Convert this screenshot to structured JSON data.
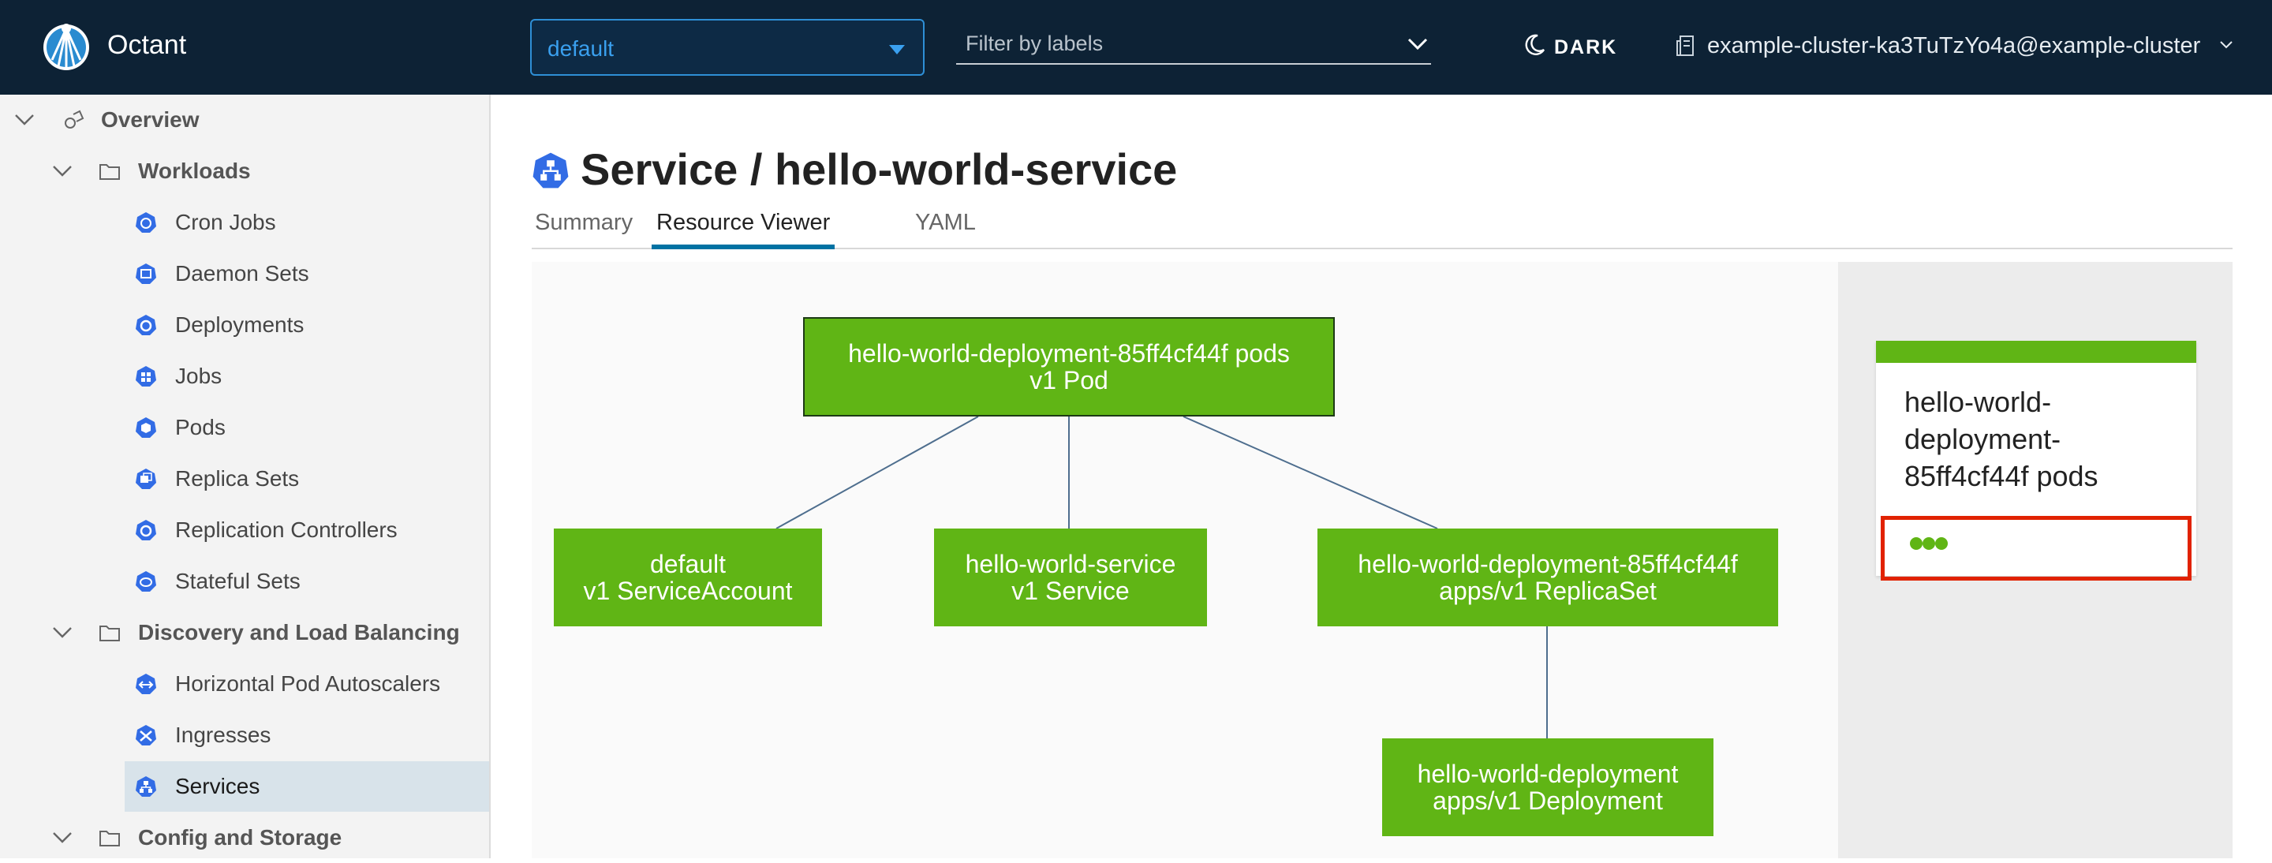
{
  "header": {
    "app_name": "Octant",
    "namespace": "default",
    "label_filter_placeholder": "Filter by labels",
    "theme_toggle": "DARK",
    "cluster_context": "example-cluster-ka3TuTzYo4a@example-cluster",
    "colors": {
      "background": "#0d2235",
      "accent": "#3aa0ef"
    }
  },
  "sidebar": {
    "overview": "Overview",
    "workloads": {
      "label": "Workloads",
      "items": [
        "Cron Jobs",
        "Daemon Sets",
        "Deployments",
        "Jobs",
        "Pods",
        "Replica Sets",
        "Replication Controllers",
        "Stateful Sets"
      ]
    },
    "discovery": {
      "label": "Discovery and Load Balancing",
      "items": [
        "Horizontal Pod Autoscalers",
        "Ingresses",
        "Services"
      ],
      "selected": "Services"
    },
    "config": {
      "label": "Config and Storage"
    }
  },
  "main": {
    "title": "Service / hello-world-service",
    "tabs": [
      "Summary",
      "Resource Viewer",
      "YAML"
    ],
    "active_tab": "Resource Viewer",
    "graph": {
      "node_color": "#60b515",
      "nodes": {
        "pods": {
          "name": "hello-world-deployment-85ff4cf44f pods",
          "kind": "v1 Pod"
        },
        "service_account": {
          "name": "default",
          "kind": "v1 ServiceAccount"
        },
        "service": {
          "name": "hello-world-service",
          "kind": "v1 Service"
        },
        "replicaset": {
          "name": "hello-world-deployment-85ff4cf44f",
          "kind": "apps/v1 ReplicaSet"
        },
        "deployment": {
          "name": "hello-world-deployment",
          "kind": "apps/v1 Deployment"
        }
      },
      "edges": [
        [
          "pods",
          "service_account"
        ],
        [
          "pods",
          "service"
        ],
        [
          "pods",
          "replicaset"
        ],
        [
          "replicaset",
          "deployment"
        ]
      ]
    },
    "details": {
      "title": "hello-world-deployment-85ff4cf44f pods",
      "pod_status_dots": 3,
      "highlight_color": "#e12200"
    }
  }
}
